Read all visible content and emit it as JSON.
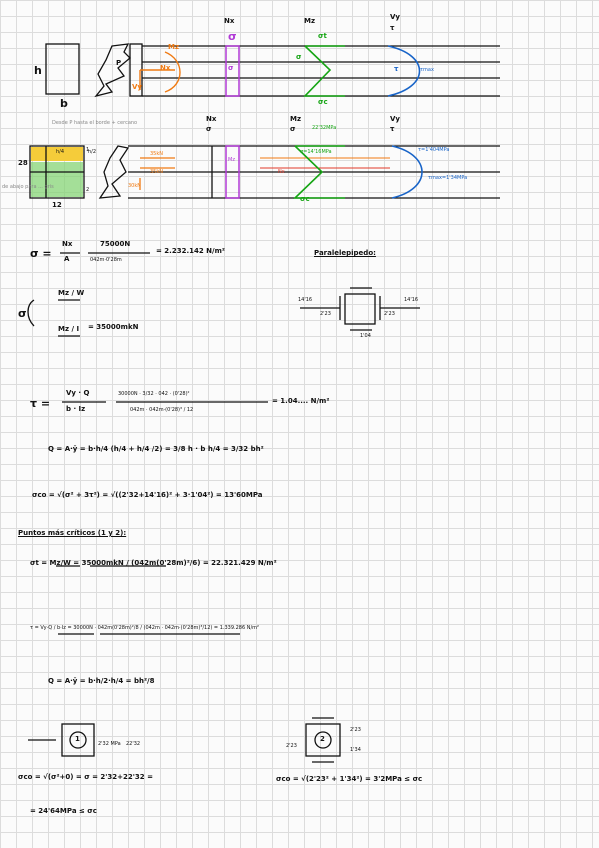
{
  "diagram1": {
    "label_h": "h",
    "label_b": "b",
    "label_P": "P",
    "label_Nx": "Nx",
    "label_Mz": "Mz",
    "label_Vy": "Vy",
    "label_tau": "τ",
    "label_sigma": "σ",
    "label_sigma_t": "σt",
    "label_sigma_c": "σc",
    "label_tau_max": "τmax",
    "col_Nx": "Nx",
    "col_Mz": "Mz",
    "col_Vy": "Vy"
  },
  "diagram2": {
    "note": "Desde P hasta el borde + cercano",
    "dim_28": "28",
    "dim_12": "12",
    "label_h4": "h/4",
    "label_h2": "h/2",
    "note_left": "de abajo para ... gris",
    "label_1": "1",
    "label_2": "2",
    "stress_a": "35kN",
    "stress_b": "35kN",
    "stress_c": "30kN",
    "col_Nx": "Nx",
    "col_Mz": "Mz",
    "col_Vy": "Vy",
    "sigma_top": "22'32MPa",
    "sigma_mid": "σ=14'16MPa",
    "tau_1": "τ=1'404MPa",
    "tau_max": "τmax=1'34MPa",
    "sigma_sub": "σ",
    "sigma_sub2": "σ",
    "tau_sub": "τ",
    "sigma_c": "σc",
    "mz_val": "Mz",
    "nx_val": "Nx"
  },
  "equations": {
    "sigma_eq": "σ = Nx / A = 75000N / 042m·0'28m = 2.232.142 N/m²",
    "sigma_lhs": "σ =",
    "frac1_num": "Nx",
    "frac1_den": "A",
    "frac2_num": "75000N",
    "frac2_den": "042m·0'28m",
    "sigma_result": "= 2.232.142 N/m²",
    "paralel": "Paralelepipedo:",
    "sigma_brace": "σ",
    "mz_w": "Mz / W",
    "mz_i": "Mz / I",
    "mz_i_val": "= 35000mkN",
    "tau_lhs": "τ =",
    "tau_frac_num": "Vy · Q",
    "tau_frac_den": "b · Iz",
    "tau_frac2_num": "30000N · 3/32 · 042 · (0'28)²",
    "tau_frac2_den": "042m · 042m·(0'28)³ / 12",
    "tau_result": "= 1.04.... N/m²",
    "q_eq": "Q = A·ȳ = b·h/4 (h/4 + h/4 /2) = 3/8 h · b h/4 = 3/32 bh²",
    "sigma_co": "σco = √(σ² + 3τ²) = √((2'32+14'16)² + 3·1'04²) = 13'60MPa",
    "puntos": "Puntos más críticos (1 y 2):",
    "sigma_t_eq": "σt = Mz/W = 35000mkN / (042m(0'28m)²/6) = 22.321.429 N/m²",
    "tau_eq2": "τ = Vy·Q / b·Iz = 30000N · 042m(0'28m)²/8 / (042m · 042m·(0'28m)³/12) = 1.339.286 N/m²",
    "q_eq2": "Q = A·ȳ = b·h/2·h/4 = bh²/8",
    "point1": "1",
    "point2": "2",
    "p1_val": "2'32 MPa",
    "p1_val2": "22'32",
    "p2_val_l": "2'23",
    "p2_val_r": "2'23",
    "p2_val_b": "1'34",
    "sigma_co1": "σco = √(σ²+0) = σ = 2'32+22'32 =",
    "sigma_co1b": "= 24'64MPa ≤ σc",
    "sigma_co2": "σco = √(2'23² + 1'34²) = 3'2MPa ≤ σc",
    "par_l": "14'16",
    "par_r": "14'16",
    "par_223a": "2'23",
    "par_223b": "2'23",
    "par_104": "1'04"
  }
}
